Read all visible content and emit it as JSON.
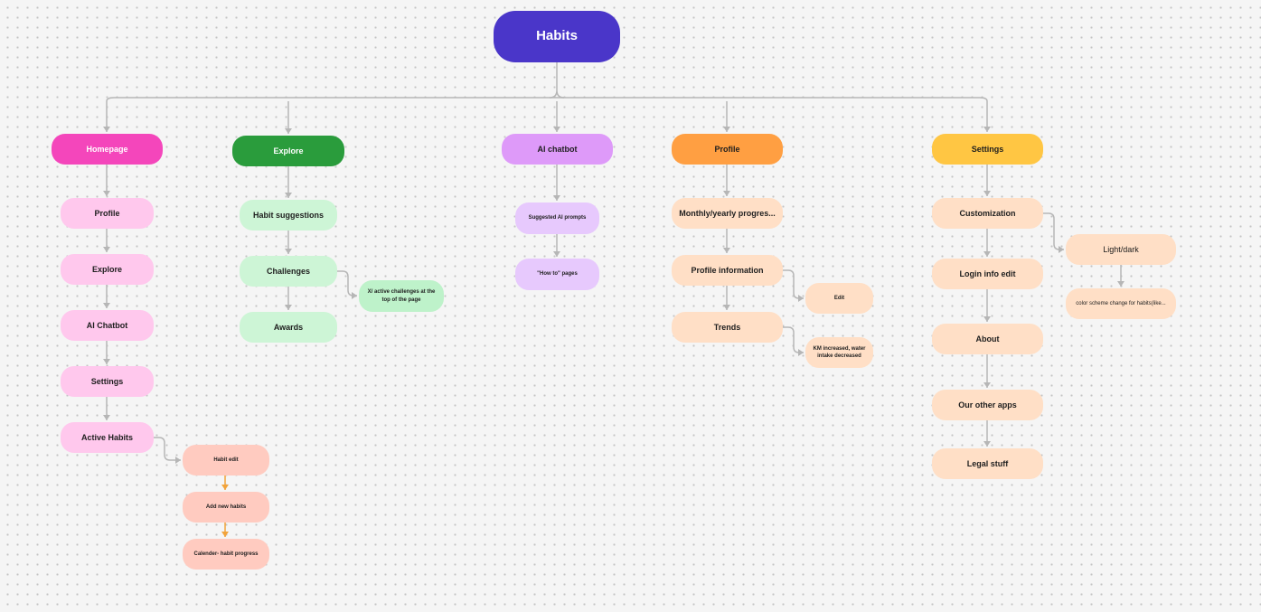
{
  "diagram": {
    "root": "Habits",
    "branches": [
      {
        "category": "Homepage",
        "color": "#f446bb",
        "items": [
          "Profile",
          "Explore",
          "AI Chatbot",
          "Settings",
          "Active Habits"
        ],
        "active_habits_children": [
          "Habit edit",
          "Add new habits",
          "Calender- habit progress"
        ]
      },
      {
        "category": "Explore",
        "color": "#2a9c3c",
        "items": [
          "Habit suggestions",
          "Challenges",
          "Awards"
        ],
        "challenges_note": "X/ active challenges at the top of the page"
      },
      {
        "category": "AI chatbot",
        "color": "#de9af9",
        "items": [
          "Suggested AI prompts",
          "\"How to\" pages"
        ]
      },
      {
        "category": "Profile",
        "color": "#ff9f42",
        "items": [
          "Monthly/yearly progres...",
          "Profile information",
          "Trends"
        ],
        "profile_information_note": "Edit",
        "trends_note": "KM increased, water intake decreased"
      },
      {
        "category": "Settings",
        "color": "#ffc643",
        "items": [
          "Customization",
          "Login info edit",
          "About",
          "Our other apps",
          "Legal stuff"
        ],
        "customization_children": [
          "Light/dark",
          "color scheme change for habits(like..."
        ]
      }
    ]
  },
  "colors": {
    "root": "#4a36c9",
    "connector": "#b6b6b6",
    "orange_arrow": "#f2a33a"
  }
}
